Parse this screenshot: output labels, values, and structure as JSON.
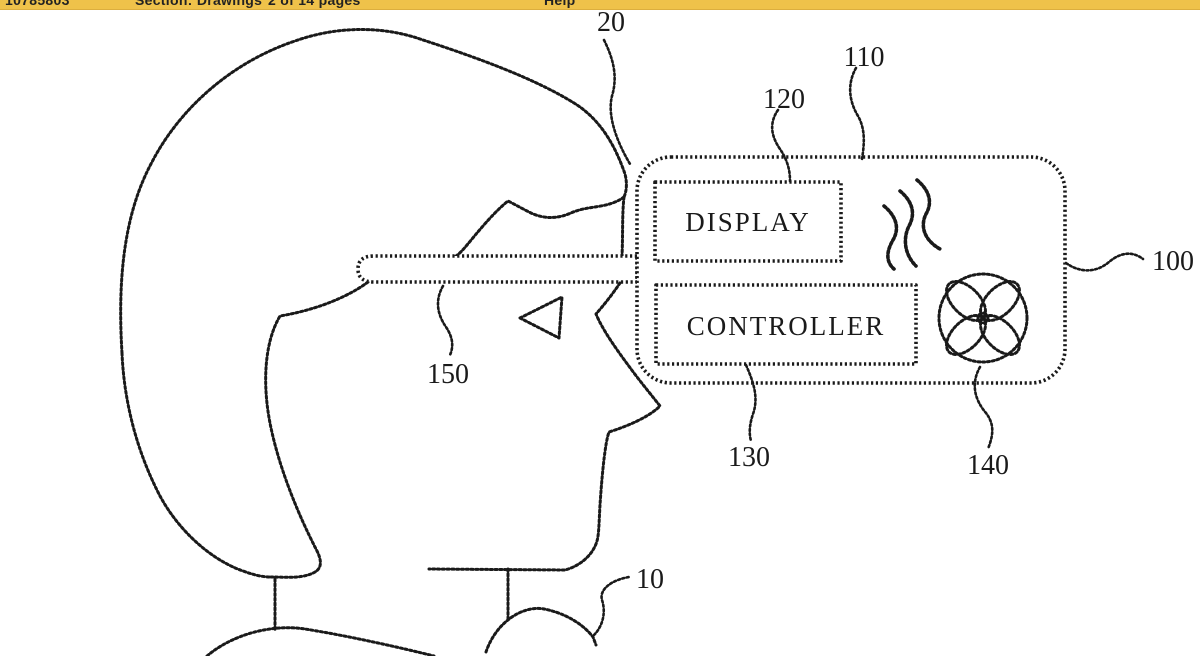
{
  "viewer_bar": {
    "patent_number": "10785803",
    "section": "Section: Drawings",
    "page_indicator": "2 of 14 pages",
    "help": "Help",
    "background_color": "#EFC24A",
    "help_color": "#C93425"
  },
  "figure": {
    "kind": "patent line drawing",
    "subject": "head-mounted display worn on a user's head, with internal display, controller and cooling fan",
    "line_color": "#1A1A1A",
    "boxes": {
      "display": "DISPLAY",
      "controller": "CONTROLLER"
    },
    "icons": {
      "fan": "fan-icon",
      "heat_waves": "heat-waves-icon"
    },
    "refs": {
      "r20": "20",
      "r110": "110",
      "r120": "120",
      "r100": "100",
      "r150": "150",
      "r130": "130",
      "r140": "140",
      "r10": "10"
    }
  }
}
